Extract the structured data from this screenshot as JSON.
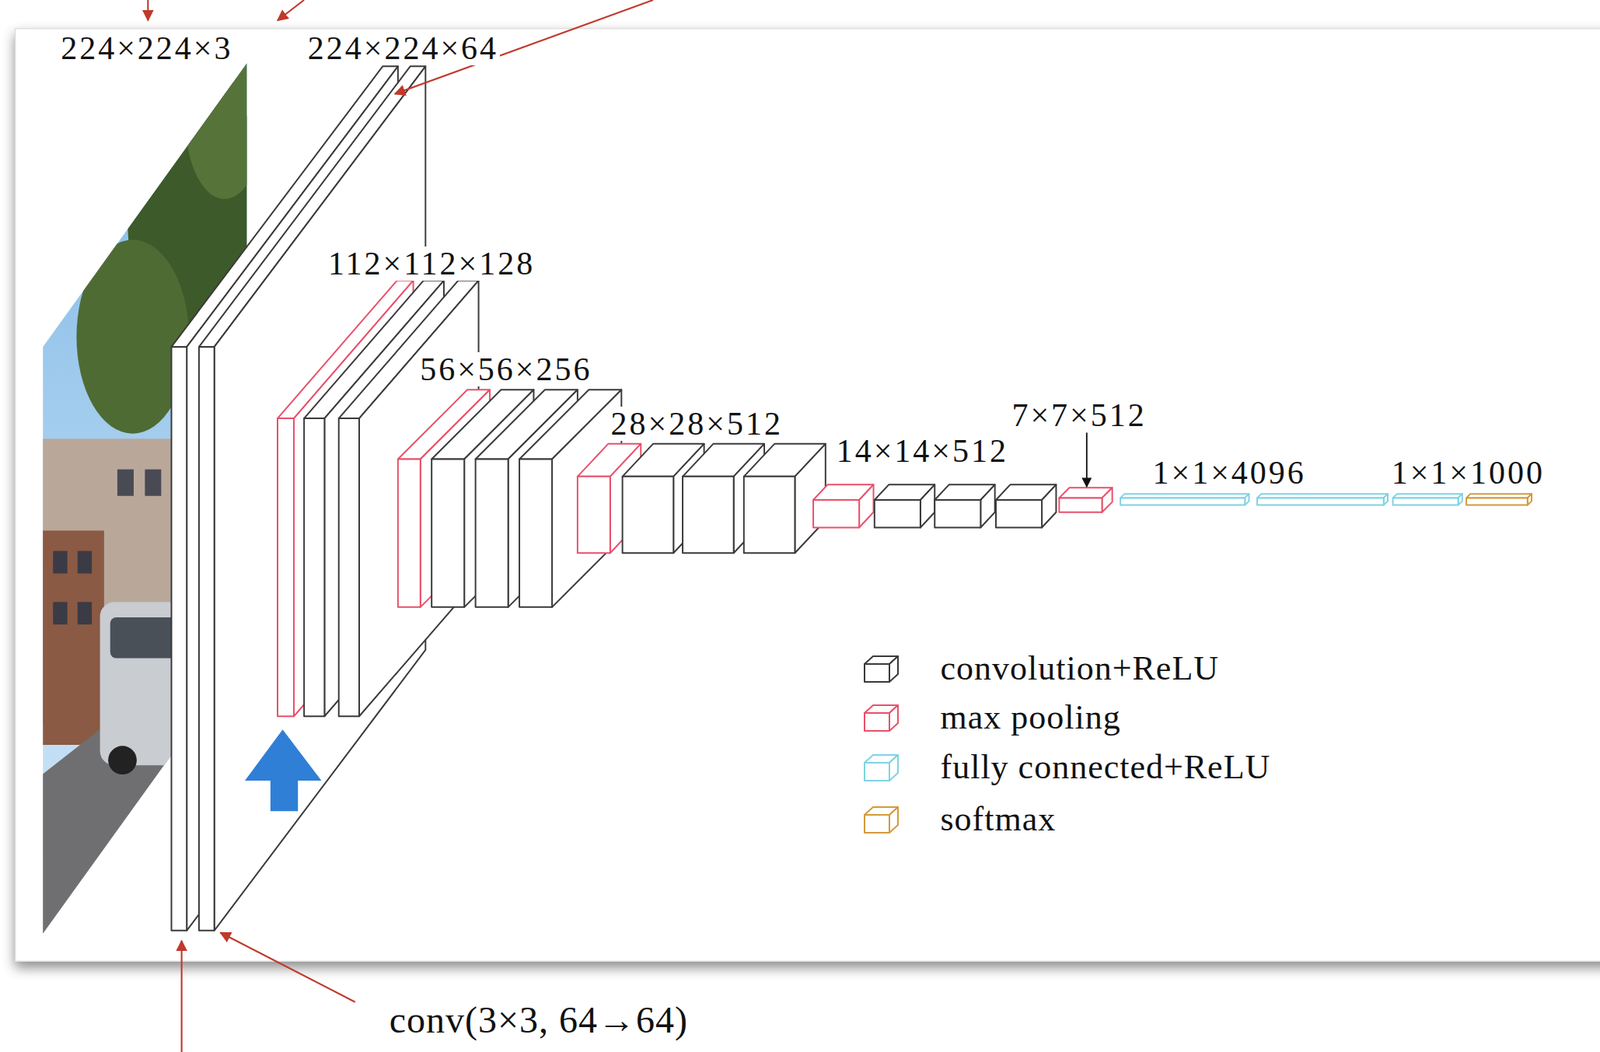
{
  "diagram": {
    "labels": [
      "224×224×3",
      "224×224×64",
      "112×112×128",
      "56×56×256",
      "28×28×512",
      "14×14×512",
      "7×7×512",
      "1×1×4096",
      "1×1×1000",
      "conv(3×3, 64→64)"
    ],
    "legend": [
      {
        "text": "convolution+ReLU",
        "color": "#3a3a3a"
      },
      {
        "text": "max pooling",
        "color": "#e8506b"
      },
      {
        "text": "fully connected+ReLU",
        "color": "#7fd3e3"
      },
      {
        "text": "softmax",
        "color": "#d39a3c"
      }
    ]
  }
}
